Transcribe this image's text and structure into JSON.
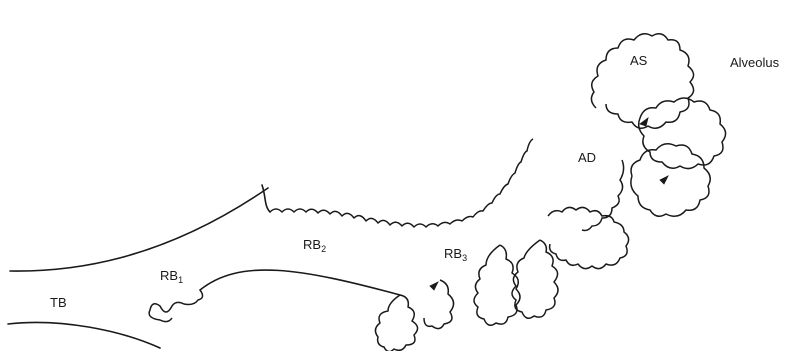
{
  "labels": {
    "tb": "TB",
    "rb1": {
      "base": "RB",
      "sub": "1"
    },
    "rb2": {
      "base": "RB",
      "sub": "2"
    },
    "rb3": {
      "base": "RB",
      "sub": "3"
    },
    "ad": "AD",
    "as": "AS",
    "alveolus": "Alveolus"
  }
}
